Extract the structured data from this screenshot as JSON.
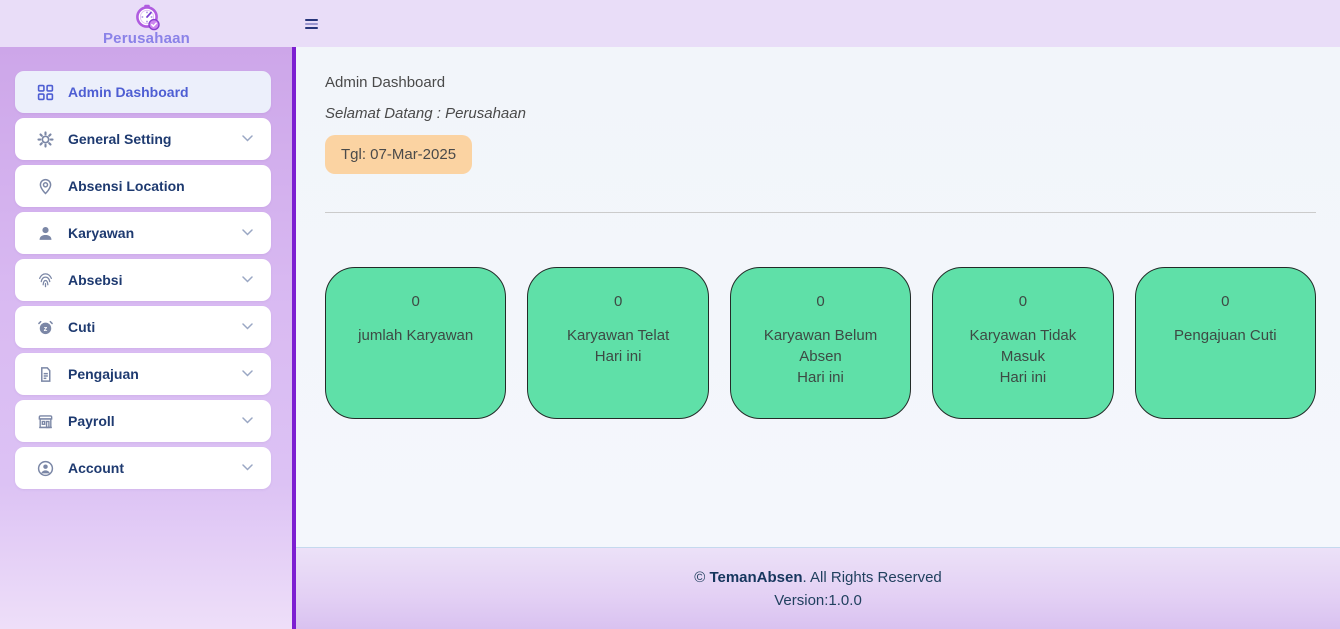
{
  "header": {
    "brand": "Perusahaan",
    "menu_icon": "hamburger"
  },
  "sidebar": {
    "items": [
      {
        "label": "Admin Dashboard",
        "icon": "grid-icon",
        "active": true,
        "expandable": false
      },
      {
        "label": "General Setting",
        "icon": "gear-icon",
        "active": false,
        "expandable": true
      },
      {
        "label": "Absensi Location",
        "icon": "location-pin-icon",
        "active": false,
        "expandable": false
      },
      {
        "label": "Karyawan",
        "icon": "user-icon",
        "active": false,
        "expandable": true
      },
      {
        "label": "Absebsi",
        "icon": "fingerprint-icon",
        "active": false,
        "expandable": true
      },
      {
        "label": "Cuti",
        "icon": "alarm-snooze-icon",
        "active": false,
        "expandable": true
      },
      {
        "label": "Pengajuan",
        "icon": "document-icon",
        "active": false,
        "expandable": true
      },
      {
        "label": "Payroll",
        "icon": "bank-icon",
        "active": false,
        "expandable": true
      },
      {
        "label": "Account",
        "icon": "account-circle-icon",
        "active": false,
        "expandable": true
      }
    ]
  },
  "main": {
    "title": "Admin Dashboard",
    "welcome": "Selamat Datang : Perusahaan",
    "date_badge": "Tgl: 07-Mar-2025",
    "cards": [
      {
        "value": "0",
        "label": "jumlah Karyawan"
      },
      {
        "value": "0",
        "label": "Karyawan Telat\nHari ini"
      },
      {
        "value": "0",
        "label": "Karyawan Belum\nAbsen\nHari ini"
      },
      {
        "value": "0",
        "label": "Karyawan Tidak\nMasuk\nHari ini"
      },
      {
        "value": "0",
        "label": "Pengajuan Cuti"
      }
    ]
  },
  "footer": {
    "copyright_prefix": "© ",
    "brand": "TemanAbsen",
    "copyright_suffix": ". All Rights Reserved",
    "version": "Version:1.0.0"
  },
  "colors": {
    "header_bg": "#e9ddf8",
    "sidebar_divider": "#7d1fd1",
    "active_item_text": "#4e5ed3",
    "nav_item_text": "#1e3a70",
    "brand_text": "#8b82e8",
    "card_green": "#5fe0a8",
    "date_badge_orange": "#fbd3a2",
    "footer_text": "#21405f"
  }
}
